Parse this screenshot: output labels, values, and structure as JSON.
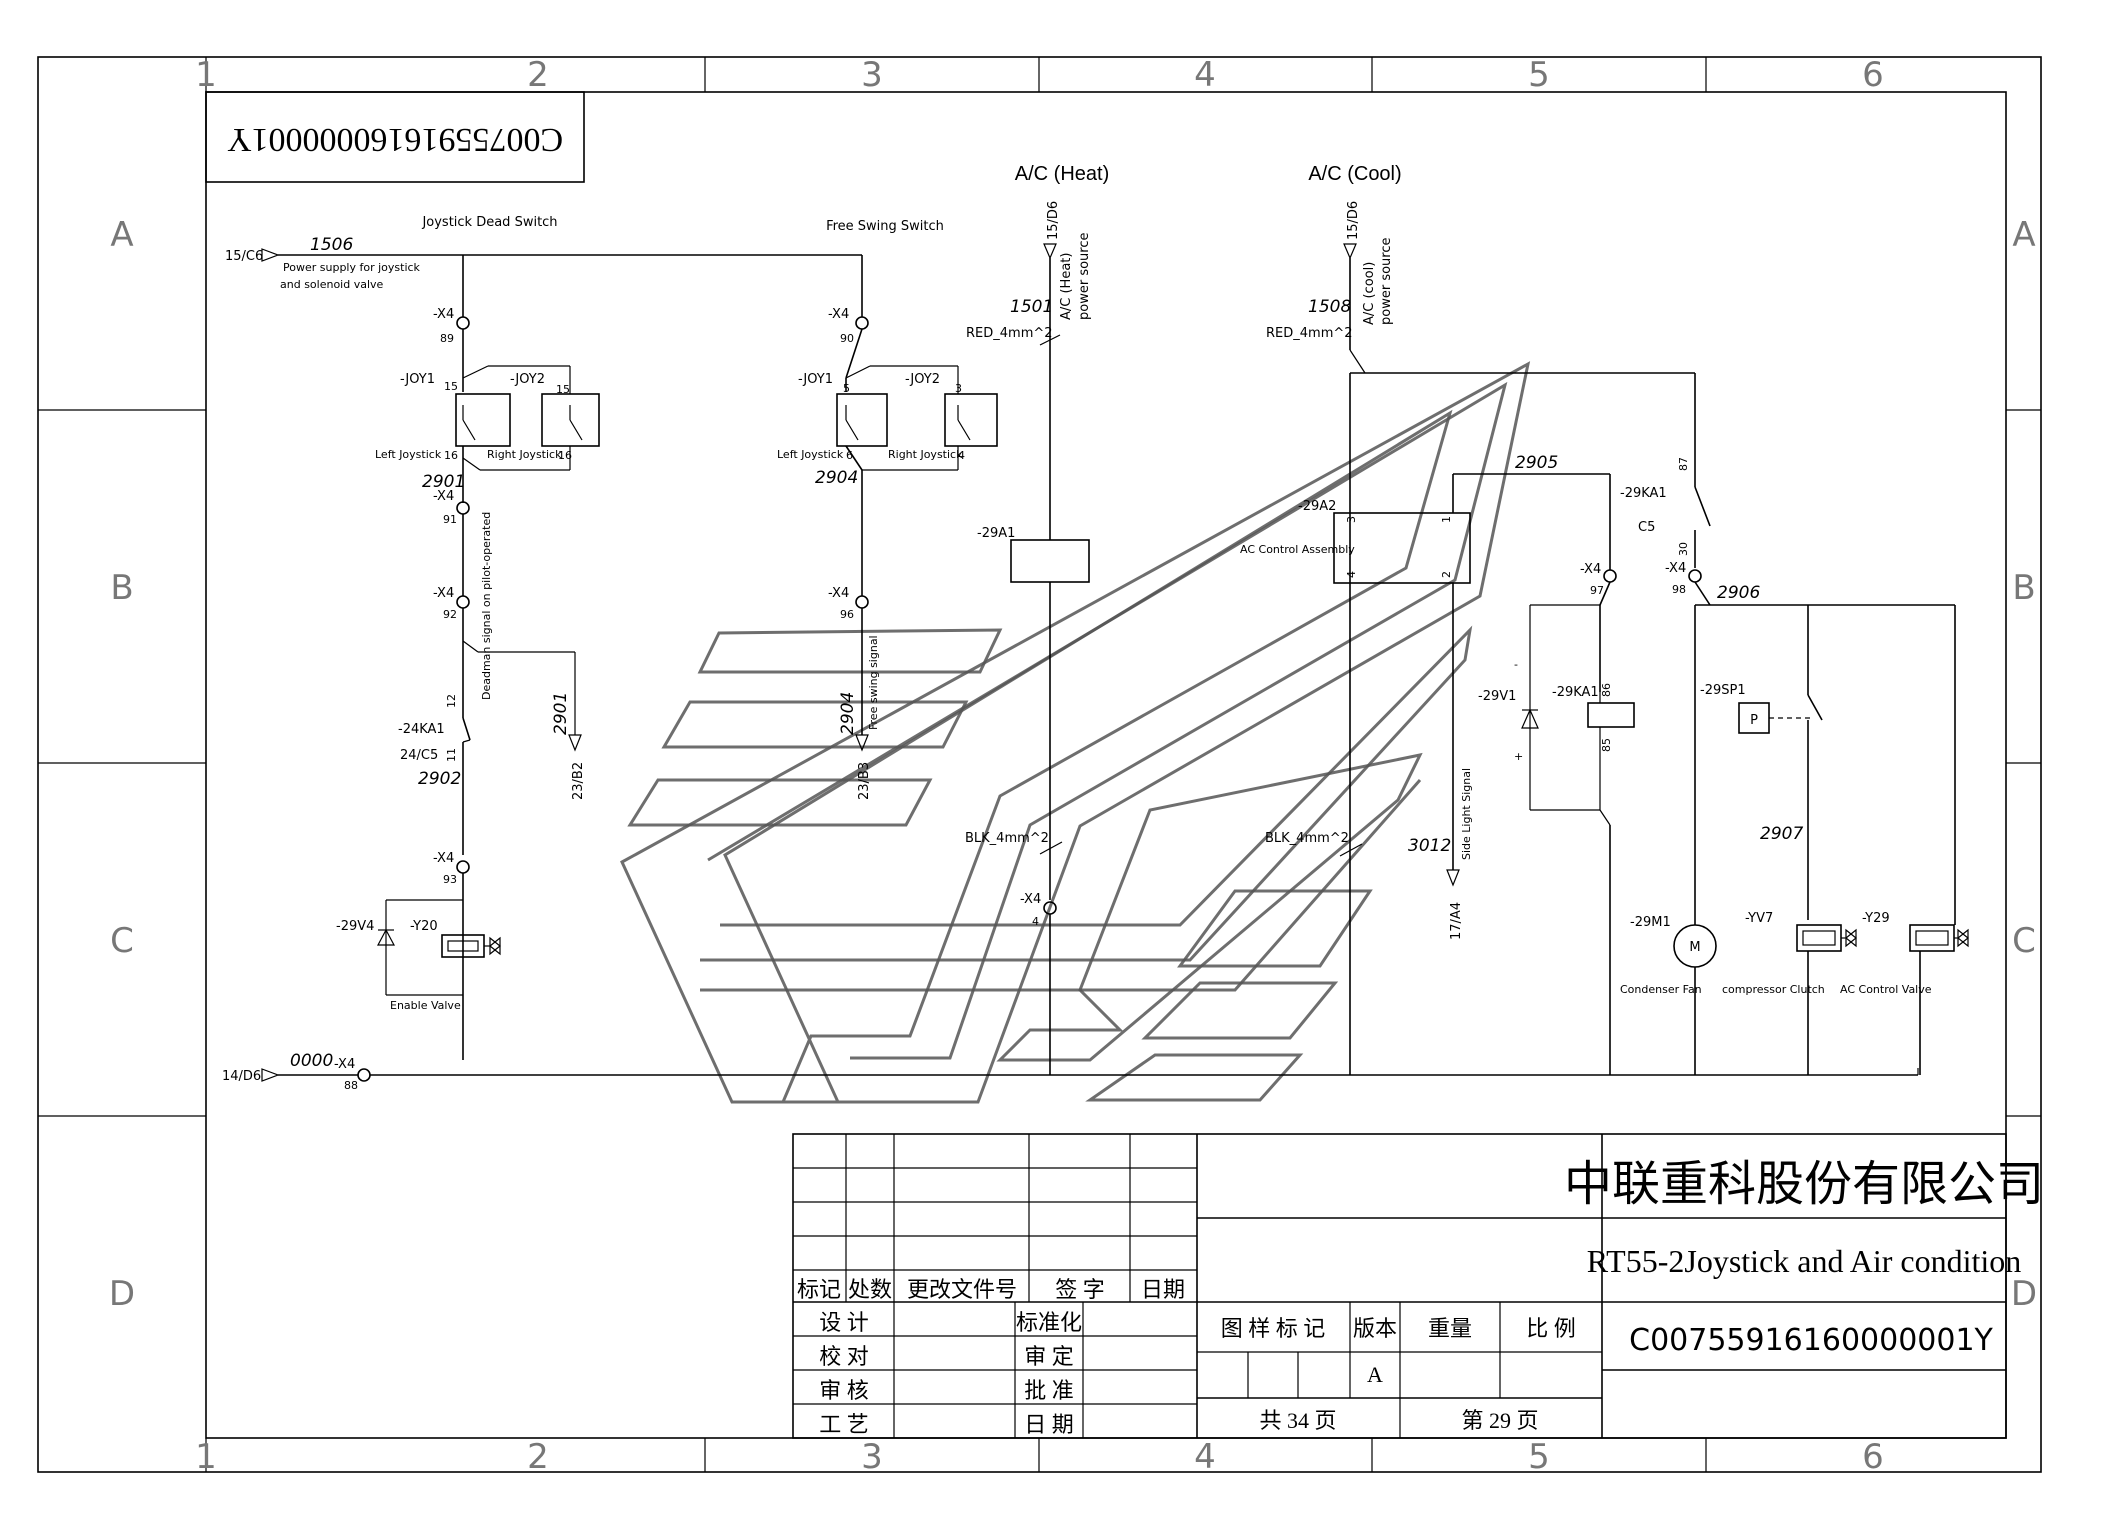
{
  "drawing_number_top": "C00755916160000001Y",
  "grid": {
    "cols": [
      "1",
      "2",
      "3",
      "4",
      "5",
      "6"
    ],
    "rows": [
      "A",
      "B",
      "C",
      "D"
    ]
  },
  "headers": {
    "heat": "A/C (Heat)",
    "cool": "A/C (Cool)",
    "joystick_dead_switch": "Joystick Dead Switch",
    "free_swing_switch": "Free Swing Switch"
  },
  "refs": {
    "r_15c6": "15/C6",
    "r_14d6": "14/D6",
    "r_15d6_a": "15/D6",
    "r_15d6_b": "15/D6",
    "r_23b2": "23/B2",
    "r_23b3": "23/B3",
    "r_17a4": "17/A4",
    "r_24c5": "24/C5",
    "r_c5": "C5"
  },
  "wires": {
    "w1506": "1506",
    "w2901": "2901",
    "w2904": "2904",
    "w2902": "2902",
    "w0000": "0000",
    "w1501": "1501",
    "w1508": "1508",
    "w2905": "2905",
    "w2906": "2906",
    "w2907": "2907",
    "w3012": "3012",
    "w2901v": "2901",
    "w2904v": "2904",
    "red1": "RED_4mm^2",
    "red2": "RED_4mm^2",
    "blk1": "BLK_4mm^2",
    "blk2": "BLK_4mm^2"
  },
  "notes": {
    "power_supply_1": "Power supply for joystick",
    "power_supply_2": "and solenoid valve",
    "heat_power_1": "A/C (Heat)",
    "heat_power_2": "power source",
    "cool_power_1": "A/C (cool)",
    "cool_power_2": "power source",
    "deadman": "Deadman signal on pilot-operated",
    "freeswing": "Free swing signal",
    "side_light": "Side Light Signal"
  },
  "terminals": {
    "x4": "-X4",
    "t89": "89",
    "t90": "90",
    "t91": "91",
    "t92": "92",
    "t93": "93",
    "t96": "96",
    "t97": "97",
    "t98": "98",
    "t88": "88",
    "t4": "4"
  },
  "components": {
    "joy1": "-JOY1",
    "joy2": "-JOY2",
    "left_joystick": "Left Joystick",
    "right_joystick": "Right Joystick",
    "ka1_24": "-24KA1",
    "v4_29": "-29V4",
    "y20": "-Y20",
    "enable_valve": "Enable Valve",
    "a1_29": "-29A1",
    "a2_29": "-29A2",
    "ac_control_assembly": "AC Control Assembly",
    "ka1_29": "-29KA1",
    "v1_29": "-29V1",
    "sp1_29": "-29SP1",
    "m1_29": "-29M1",
    "yv7": "-YV7",
    "y29": "-Y29",
    "condenser_fan": "Condenser Fan",
    "compressor_clutch": "compressor Clutch",
    "ac_control_valve": "AC Control Valve",
    "m": "M",
    "p": "P"
  },
  "pins": {
    "p15a": "15",
    "p16a": "16",
    "p15b": "15",
    "p16b": "16",
    "p5": "5",
    "p6": "6",
    "p3": "3",
    "p4": "4",
    "p12": "12",
    "p11": "11",
    "p87": "87",
    "p30": "30",
    "p86": "86",
    "p85": "85",
    "a2_3": "3",
    "a2_1": "1",
    "a2_4": "4",
    "a2_2": "2"
  },
  "title_block": {
    "company": "中联重科股份有限公司",
    "title": "RT55-2Joystick and Air condition",
    "drawing_number": "C00755916160000001Y",
    "mark": "标记",
    "count": "处数",
    "change_doc": "更改文件号",
    "sign": "签 字",
    "date": "日期",
    "design": "设 计",
    "standardize": "标准化",
    "check": "校 对",
    "review": "审 定",
    "audit": "审 核",
    "approve": "批 准",
    "process": "工 艺",
    "date2": "日 期",
    "drawing_mark": "图 样 标 记",
    "version": "版本",
    "weight": "重量",
    "scale": "比 例",
    "version_value": "A",
    "total_pages": "共 34 页",
    "page": "第 29 页"
  }
}
